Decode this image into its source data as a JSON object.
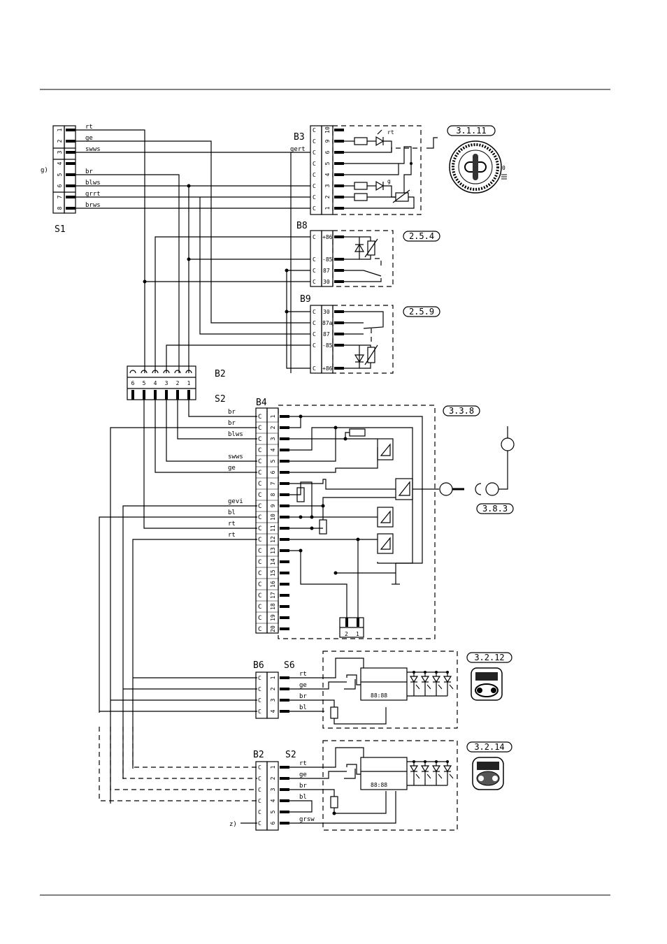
{
  "blocks": {
    "s1": "S1",
    "b3": "B3",
    "b8": "B8",
    "b9": "B9",
    "b2_top": "B2",
    "s2_top": "S2",
    "b4": "B4",
    "b6": "B6",
    "s6": "S6",
    "b2_bottom": "B2",
    "s2_bottom": "S2"
  },
  "refs": {
    "r3111": "3.1.11",
    "r254": "2.5.4",
    "r259": "2.5.9",
    "r338": "3.3.8",
    "r383": "3.8.3",
    "r3212": "3.2.12",
    "r3214": "3.2.14"
  },
  "marks": {
    "g": "g)",
    "z": "z)",
    "zero": "0",
    "gert": "gert",
    "led_rt": "rt",
    "led_g": "g",
    "display": "88:88"
  },
  "s1_pins": [
    "1",
    "2",
    "3",
    "4",
    "5",
    "6",
    "7",
    "8"
  ],
  "s1_wires": [
    "rt",
    "ge",
    "swws",
    "br",
    "blws",
    "grrt",
    "brws"
  ],
  "b3_pins": [
    "10",
    "9",
    "6",
    "5",
    "4",
    "3",
    "2",
    "1"
  ],
  "b8_pins": [
    "+86",
    "-85",
    "87",
    "30"
  ],
  "b9_pins": [
    "30",
    "87a",
    "87",
    "-85",
    "+86"
  ],
  "b2_pins": [
    "6",
    "5",
    "4",
    "3",
    "2",
    "1"
  ],
  "b4_pins": [
    "1",
    "2",
    "3",
    "4",
    "5",
    "6",
    "7",
    "8",
    "9",
    "10",
    "11",
    "12",
    "13",
    "14",
    "15",
    "16",
    "17",
    "18",
    "19",
    "20"
  ],
  "b4_wires": [
    "br",
    "br",
    "blws",
    "swws",
    "ge",
    "gevi",
    "bl",
    "rt",
    "rt"
  ],
  "conn21": [
    "2",
    "1"
  ],
  "b6_pins": [
    "1",
    "2",
    "3",
    "4"
  ],
  "b6_wires": [
    "rt",
    "ge",
    "br",
    "bl"
  ],
  "b2b_pins": [
    "1",
    "2",
    "3",
    "4",
    "5",
    "6"
  ],
  "b2b_wires": [
    "rt",
    "ge",
    "br",
    "bl",
    "grsw"
  ]
}
